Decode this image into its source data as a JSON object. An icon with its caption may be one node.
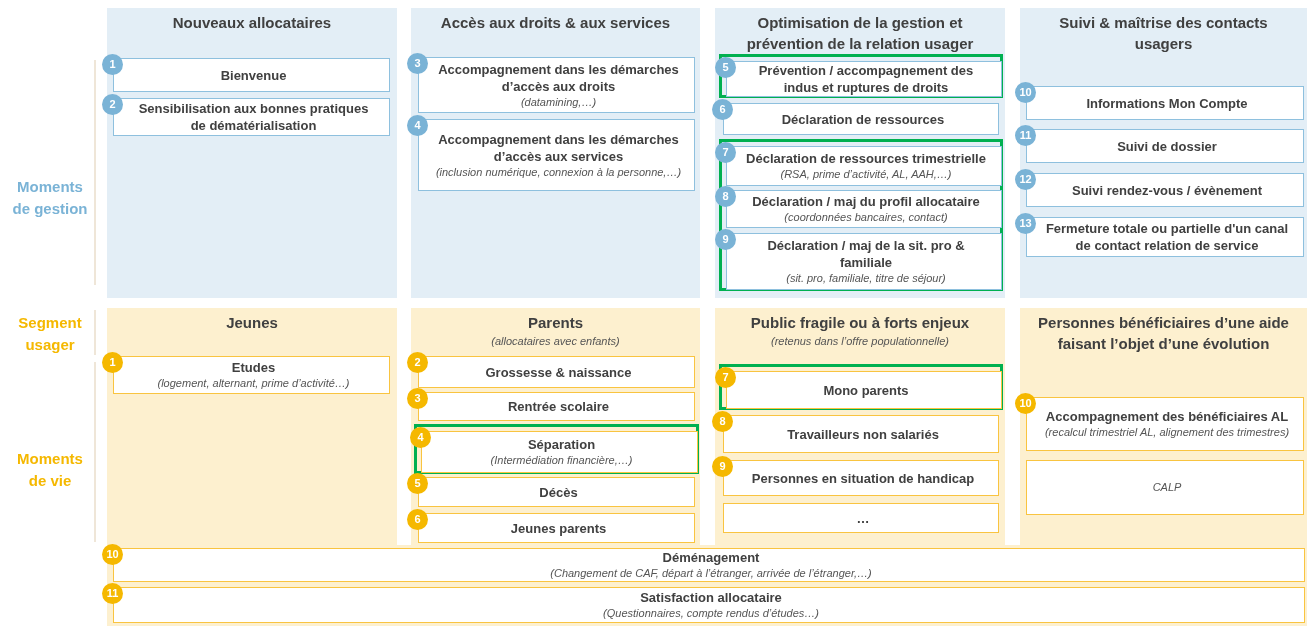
{
  "diagram": {
    "nodes": [
      {
        "text": [
          "Nouveaux allocataires"
        ]
      },
      {
        "text": [
          "1",
          "Bienvenue"
        ],
        "in": 0
      },
      {
        "text": [
          "2",
          "Sensibilisation aux bonnes pratiques de dématérialisation"
        ],
        "in": 0
      },
      {
        "text": [
          "Accès aux droits & aux services"
        ]
      },
      {
        "text": [
          "3",
          "Accompagnement dans les démarches d’accès aux droits",
          "(datamining,…)"
        ],
        "in": 3
      },
      {
        "text": [
          "4",
          "Accompagnement dans les démarches d’accès aux services",
          "(inclusion numérique, connexion à la personne,…)"
        ],
        "in": 3
      },
      {
        "text": [
          "Optimisation de la gestion et prévention de la relation usager"
        ]
      },
      {
        "text": [],
        "shape": "box",
        "in": 6
      },
      {
        "text": [
          "5",
          "Prévention / accompagnement des indus et ruptures de droits"
        ],
        "in": 7
      },
      {
        "text": [
          "6",
          "Déclaration de ressources"
        ],
        "in": 6
      },
      {
        "text": [],
        "shape": "box",
        "in": 6
      },
      {
        "text": [
          "7",
          "Déclaration de ressources trimestrielle",
          "(RSA, prime d’activité, AL, AAH,…)"
        ],
        "in": 10
      },
      {
        "text": [
          "8",
          "Déclaration / maj du profil allocataire",
          "(coordonnées bancaires, contact)"
        ],
        "in": 10
      },
      {
        "text": [
          "9",
          "Déclaration / maj de la sit. pro & familiale",
          "(sit. pro, familiale, titre de séjour)"
        ],
        "in": 10
      },
      {
        "text": [
          "Suivi & maîtrise des contacts usagers"
        ]
      },
      {
        "text": [
          "10",
          "Informations Mon Compte"
        ],
        "in": 14
      },
      {
        "text": [
          "11",
          "Suivi de dossier"
        ],
        "in": 14
      },
      {
        "text": [
          "12",
          "Suivi rendez-vous / évènement"
        ],
        "in": 14
      },
      {
        "text": [
          "13",
          "Fermeture totale ou partielle d'un canal de contact relation de service"
        ],
        "in": 14
      },
      {
        "text": [
          "Jeunes"
        ]
      },
      {
        "text": [
          "1",
          "Etudes",
          "(logement, alternant, prime d’activité…)"
        ],
        "in": 19
      },
      {
        "text": [
          "Parents",
          "(allocataires avec enfants)"
        ]
      },
      {
        "text": [
          "2",
          "Grossesse & naissance"
        ],
        "in": 21
      },
      {
        "text": [
          "3",
          "Rentrée scolaire"
        ],
        "in": 21
      },
      {
        "text": [],
        "shape": "box",
        "in": 21
      },
      {
        "text": [
          "4",
          "Séparation",
          "(Intermédiation financière,…)"
        ],
        "in": 24
      },
      {
        "text": [
          "5",
          "Décès"
        ],
        "in": 21
      },
      {
        "text": [
          "6",
          "Jeunes parents"
        ],
        "in": 21
      },
      {
        "text": [
          "Public fragile ou à forts enjeux",
          "(retenus dans l’offre populationnelle)"
        ]
      },
      {
        "text": [],
        "shape": "box",
        "in": 28
      },
      {
        "text": [
          "7",
          "Mono parents"
        ],
        "in": 29
      },
      {
        "text": [
          "8",
          "Travailleurs non salariés"
        ],
        "in": 28
      },
      {
        "text": [
          "9",
          "Personnes en situation de handicap"
        ],
        "in": 28
      },
      {
        "text": [
          "…"
        ],
        "in": 28
      },
      {
        "text": [
          "Personnes bénéficiaires d’une aide faisant l’objet d’une évolution"
        ]
      },
      {
        "text": [
          "10",
          "Accompagnement des bénéficiaires AL",
          "(recalcul trimestriel AL, alignement des trimestres)"
        ],
        "in": 34
      },
      {
        "text": [
          "CALP"
        ],
        "in": 34
      },
      {
        "text": [
          "10",
          "Déménagement",
          "(Changement de CAF, départ à l’étranger, arrivée de l’étranger,…)"
        ]
      },
      {
        "text": [
          "11",
          "Satisfaction allocataire",
          "(Questionnaires, compte rendus d’études…)"
        ]
      }
    ],
    "labels": [
      "Moments de gestion",
      "Segment usager",
      "Moments de vie"
    ]
  }
}
